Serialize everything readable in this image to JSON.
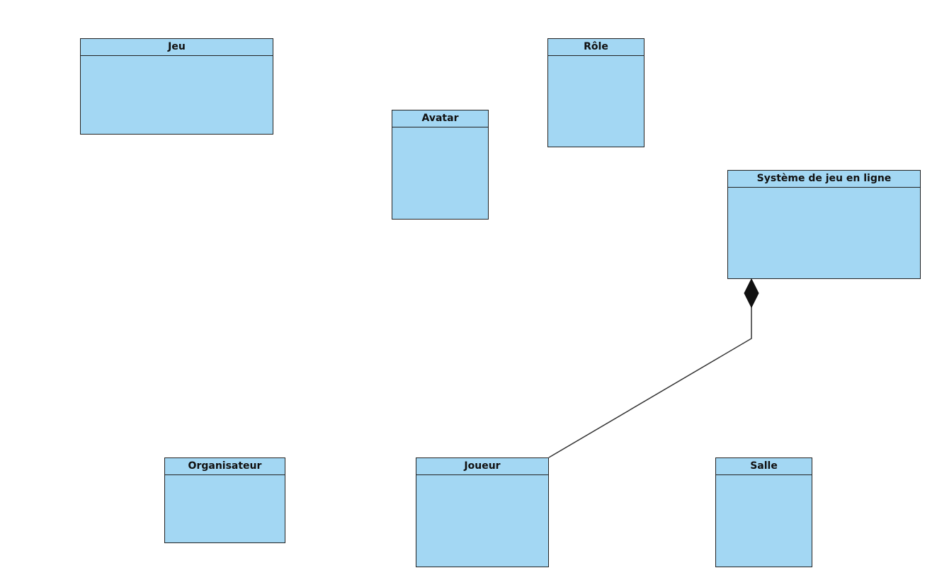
{
  "diagram": {
    "classes": {
      "jeu": {
        "name": "Jeu"
      },
      "role": {
        "name": "Rôle"
      },
      "avatar": {
        "name": "Avatar"
      },
      "systeme": {
        "name": "Système de jeu en ligne"
      },
      "organisateur": {
        "name": "Organisateur"
      },
      "joueur": {
        "name": "Joueur"
      },
      "salle": {
        "name": "Salle"
      }
    },
    "relations": [
      {
        "type": "composition",
        "whole": "Système de jeu en ligne",
        "part": "Joueur"
      }
    ],
    "colors": {
      "class_fill": "#a3d7f3",
      "border": "#222222",
      "line": "#333333"
    }
  }
}
